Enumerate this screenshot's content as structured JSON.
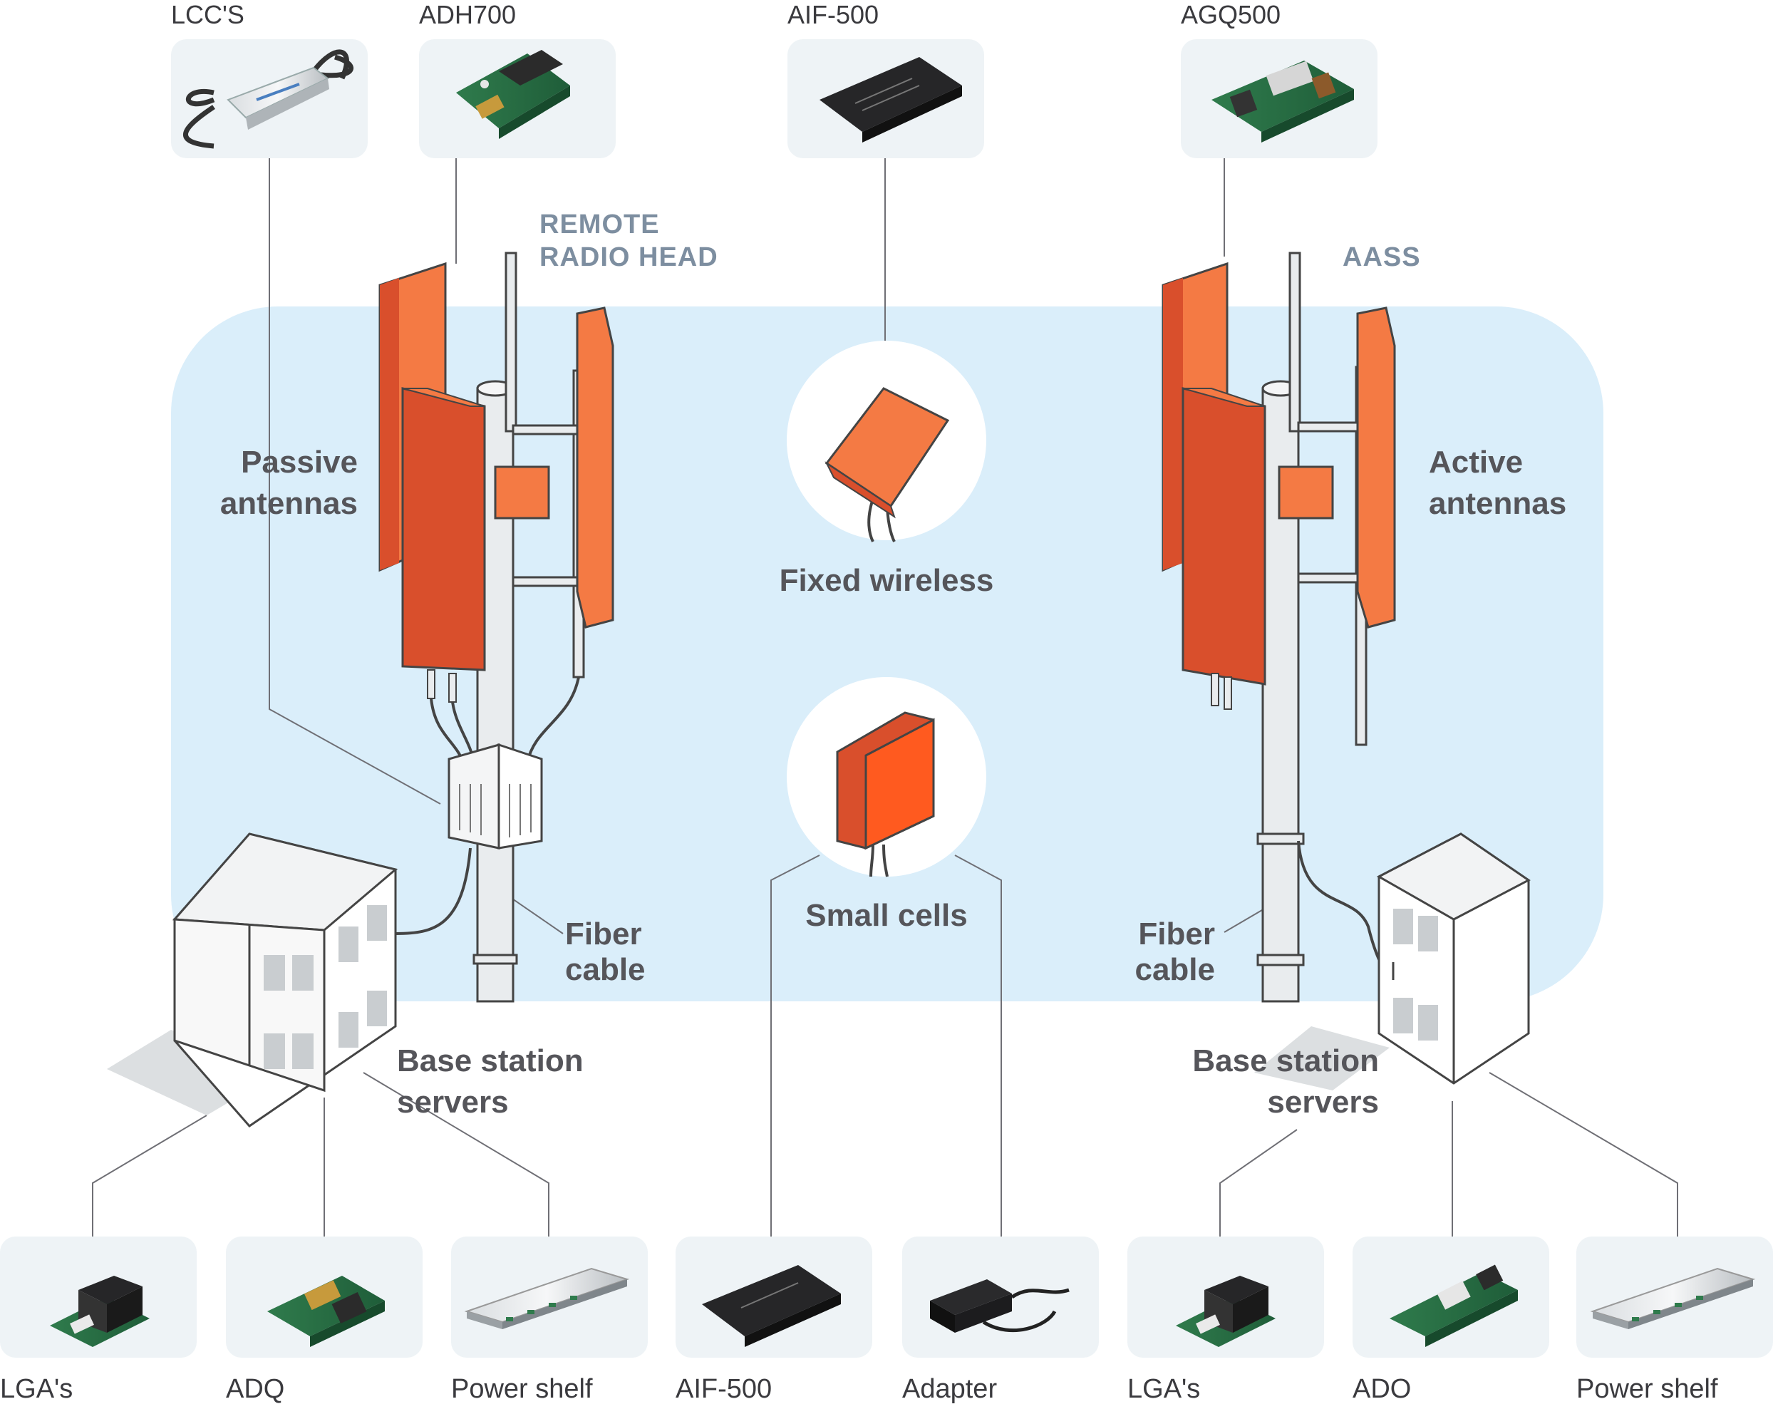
{
  "top_products": {
    "lccs": "LCC'S",
    "adh700": "ADH700",
    "aif500": "AIF-500",
    "agq500": "AGQ500"
  },
  "labels": {
    "remote_radio_head_1": "REMOTE",
    "remote_radio_head_2": "RADIO HEAD",
    "aass": "AASS",
    "passive_1": "Passive",
    "passive_2": "antennas",
    "active_1": "Active",
    "active_2": "antennas",
    "fixed_wireless": "Fixed wireless",
    "small_cells": "Small cells",
    "fiber_left_1": "Fiber",
    "fiber_left_2": "cable",
    "fiber_right_1": "Fiber",
    "fiber_right_2": "cable",
    "base_left_1": "Base station",
    "base_left_2": "servers",
    "base_right_1": "Base station",
    "base_right_2": "servers"
  },
  "bottom_products": {
    "lgas_left": "LGA's",
    "adq": "ADQ",
    "power_shelf_left": "Power shelf",
    "aif500": "AIF-500",
    "adapter": "Adapter",
    "lgas_right": "LGA's",
    "ado": "ADO",
    "power_shelf_right": "Power shelf"
  },
  "colors": {
    "panel_bg": "#daeefa",
    "card_bg": "#eef3f6",
    "antenna_orange": "#f47a44",
    "antenna_dark": "#d94f2c",
    "line": "#6f6f75"
  }
}
